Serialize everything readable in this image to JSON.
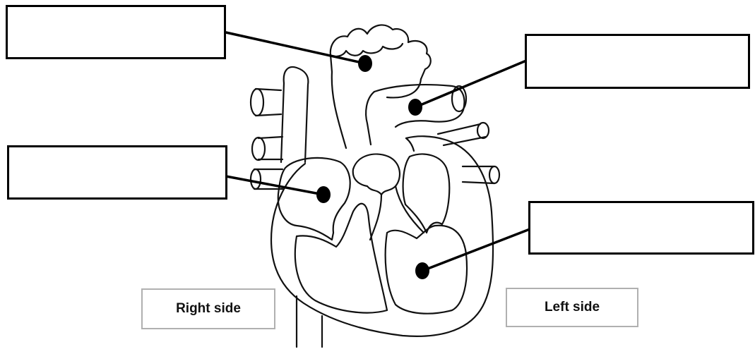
{
  "labels": {
    "right_side": "Right side",
    "left_side": "Left side"
  },
  "answer_boxes": [
    {
      "id": "box-top-left",
      "value": ""
    },
    {
      "id": "box-top-right",
      "value": ""
    },
    {
      "id": "box-middle-left",
      "value": ""
    },
    {
      "id": "box-bottom-right",
      "value": ""
    }
  ],
  "colors": {
    "outline": "#000000",
    "side_box_border": "#b0b0b0"
  }
}
